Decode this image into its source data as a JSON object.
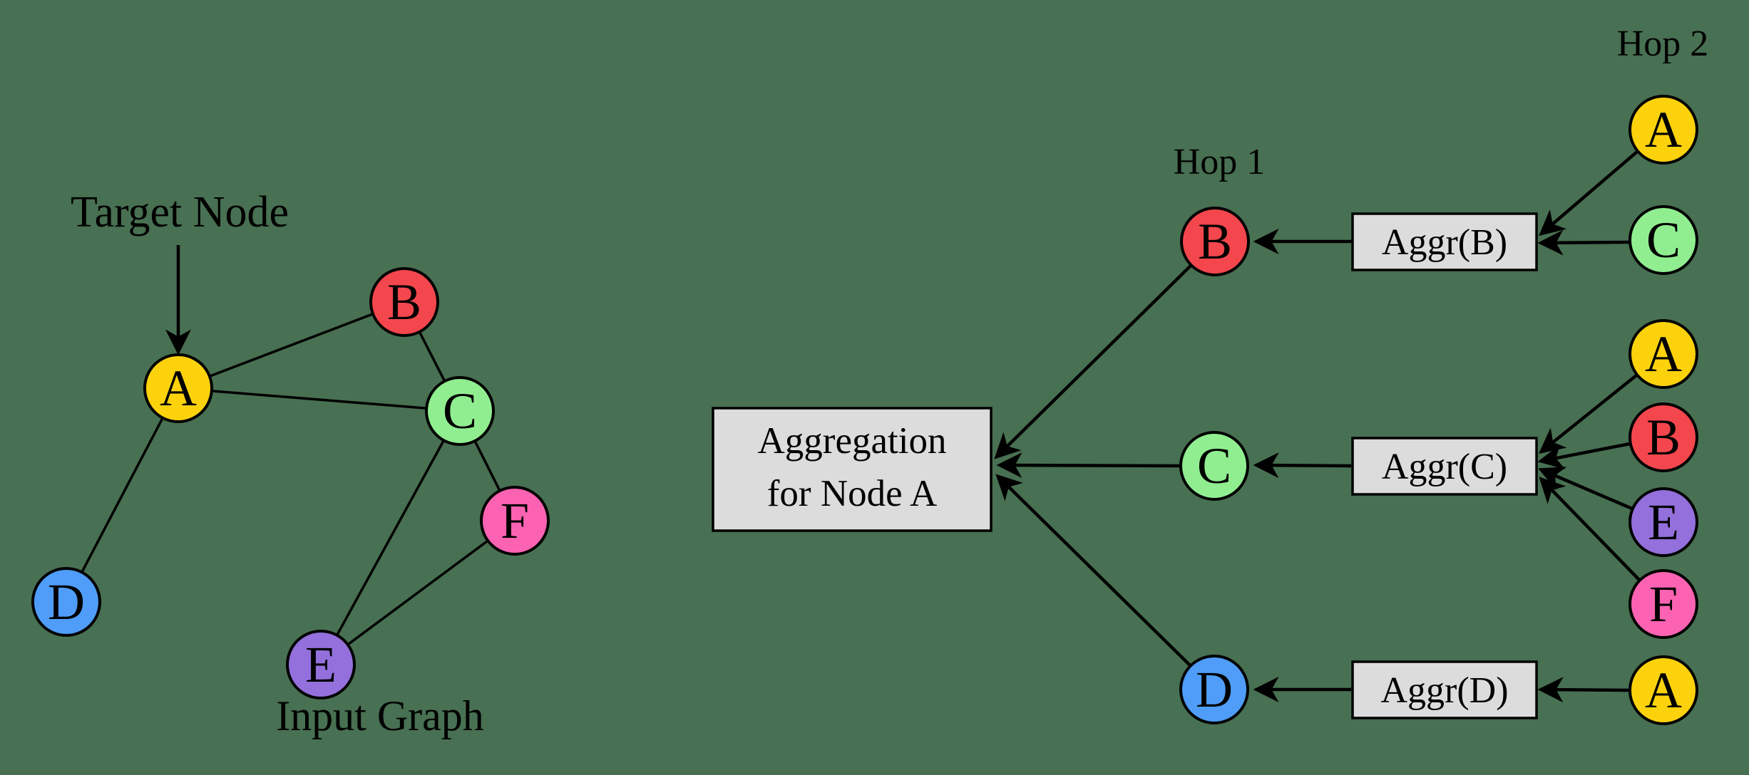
{
  "diagram": {
    "left": {
      "target_label": "Target Node",
      "caption": "Input Graph",
      "nodes": [
        "A",
        "B",
        "C",
        "D",
        "E",
        "F"
      ],
      "edges": [
        [
          "A",
          "B"
        ],
        [
          "A",
          "C"
        ],
        [
          "A",
          "D"
        ],
        [
          "B",
          "C"
        ],
        [
          "C",
          "E"
        ],
        [
          "C",
          "F"
        ],
        [
          "E",
          "F"
        ]
      ]
    },
    "right": {
      "main_box": {
        "line1": "Aggregation",
        "line2": "for Node A"
      },
      "hop1_label": "Hop 1",
      "hop2_label": "Hop 2",
      "branches": [
        {
          "hop1_node": "B",
          "aggr_label": "Aggr(B)",
          "hop2_nodes": [
            "A",
            "C"
          ]
        },
        {
          "hop1_node": "C",
          "aggr_label": "Aggr(C)",
          "hop2_nodes": [
            "A",
            "B",
            "E",
            "F"
          ]
        },
        {
          "hop1_node": "D",
          "aggr_label": "Aggr(D)",
          "hop2_nodes": [
            "A"
          ]
        }
      ]
    }
  },
  "colors": {
    "background": "#487052",
    "node_A": "#FCD20D",
    "node_B": "#F3474D",
    "node_C": "#90EE90",
    "node_D": "#4F9DF8",
    "node_E": "#9370DB",
    "node_F": "#FB63B2",
    "box_fill": "#DCDCDC",
    "stroke": "#000000"
  }
}
